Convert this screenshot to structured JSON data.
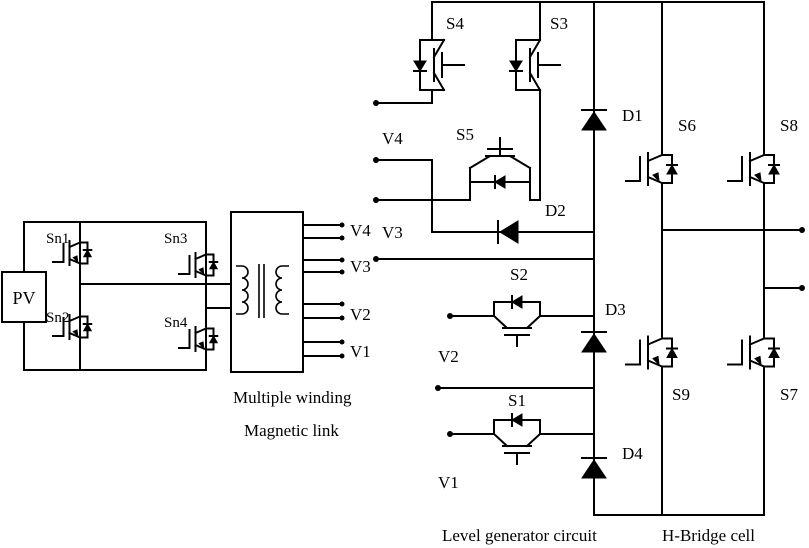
{
  "source": {
    "label": "PV"
  },
  "full_bridge": {
    "switches": [
      "Sn1",
      "Sn2",
      "Sn3",
      "Sn4"
    ]
  },
  "transformer": {
    "caption_line1": "Multiple winding",
    "caption_line2": "Magnetic link",
    "outputs": [
      "V4",
      "V3",
      "V2",
      "V1"
    ]
  },
  "level_generator": {
    "caption": "Level generator circuit",
    "inputs": [
      "V4",
      "V3",
      "V2",
      "V1"
    ],
    "switches": [
      "S4",
      "S3",
      "S5",
      "S2",
      "S1"
    ],
    "diodes": [
      "D1",
      "D2",
      "D3",
      "D4"
    ]
  },
  "h_bridge": {
    "caption": "H-Bridge cell",
    "switches": [
      "S6",
      "S8",
      "S9",
      "S7"
    ]
  }
}
